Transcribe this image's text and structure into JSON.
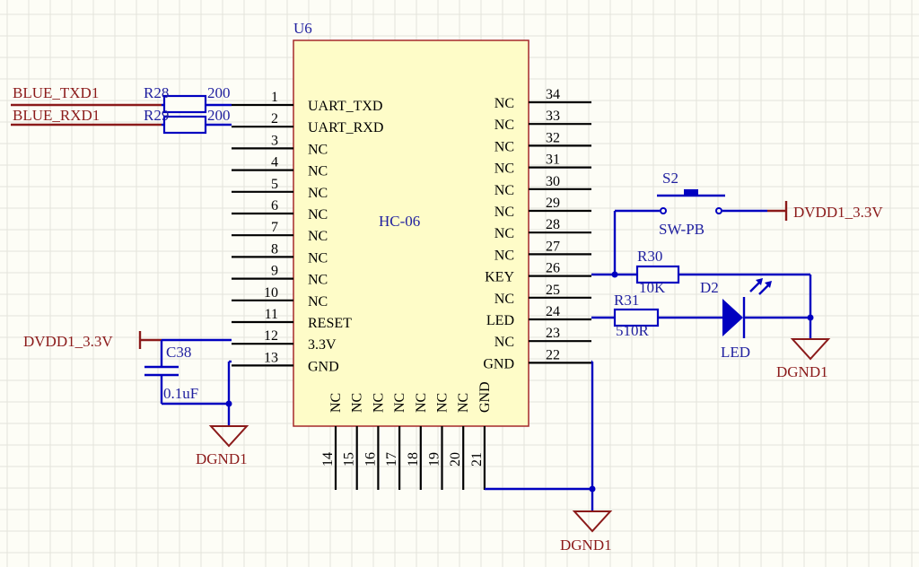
{
  "chip": {
    "ref": "U6",
    "name": "HC-06"
  },
  "left_pins": [
    {
      "num": "1",
      "name": "UART_TXD"
    },
    {
      "num": "2",
      "name": "UART_RXD"
    },
    {
      "num": "3",
      "name": "NC"
    },
    {
      "num": "4",
      "name": "NC"
    },
    {
      "num": "5",
      "name": "NC"
    },
    {
      "num": "6",
      "name": "NC"
    },
    {
      "num": "7",
      "name": "NC"
    },
    {
      "num": "8",
      "name": "NC"
    },
    {
      "num": "9",
      "name": "NC"
    },
    {
      "num": "10",
      "name": "NC"
    },
    {
      "num": "11",
      "name": "RESET"
    },
    {
      "num": "12",
      "name": "3.3V"
    },
    {
      "num": "13",
      "name": "GND"
    }
  ],
  "right_pins": [
    {
      "num": "34",
      "name": "NC"
    },
    {
      "num": "33",
      "name": "NC"
    },
    {
      "num": "32",
      "name": "NC"
    },
    {
      "num": "31",
      "name": "NC"
    },
    {
      "num": "30",
      "name": "NC"
    },
    {
      "num": "29",
      "name": "NC"
    },
    {
      "num": "28",
      "name": "NC"
    },
    {
      "num": "27",
      "name": "NC"
    },
    {
      "num": "26",
      "name": "KEY"
    },
    {
      "num": "25",
      "name": "NC"
    },
    {
      "num": "24",
      "name": "LED"
    },
    {
      "num": "23",
      "name": "NC"
    },
    {
      "num": "22",
      "name": "GND"
    }
  ],
  "bottom_pins": [
    {
      "num": "14",
      "name": "NC"
    },
    {
      "num": "15",
      "name": "NC"
    },
    {
      "num": "16",
      "name": "NC"
    },
    {
      "num": "17",
      "name": "NC"
    },
    {
      "num": "18",
      "name": "NC"
    },
    {
      "num": "19",
      "name": "NC"
    },
    {
      "num": "20",
      "name": "NC"
    },
    {
      "num": "21",
      "name": "GND"
    }
  ],
  "nets": {
    "blue_txd": "BLUE_TXD1",
    "blue_rxd": "BLUE_RXD1",
    "dvdd_left": "DVDD1_3.3V",
    "dvdd_right": "DVDD1_3.3V",
    "dgnd_c38": "DGND1",
    "dgnd_bottom": "DGND1",
    "dgnd_led": "DGND1"
  },
  "components": {
    "r28": {
      "ref": "R28",
      "value": "200"
    },
    "r29": {
      "ref": "R29",
      "value": "200"
    },
    "r30": {
      "ref": "R30",
      "value": "10K"
    },
    "r31": {
      "ref": "R31",
      "value": "510R"
    },
    "c38": {
      "ref": "C38",
      "value": "0.1uF"
    },
    "s2": {
      "ref": "S2",
      "value": "SW-PB"
    },
    "d2": {
      "ref": "D2",
      "value": "LED"
    }
  },
  "colors": {
    "wire": "#0000c0",
    "net_label": "#8b1a1a",
    "chip_fill": "#fefcc8",
    "chip_border": "#a52a2a"
  }
}
